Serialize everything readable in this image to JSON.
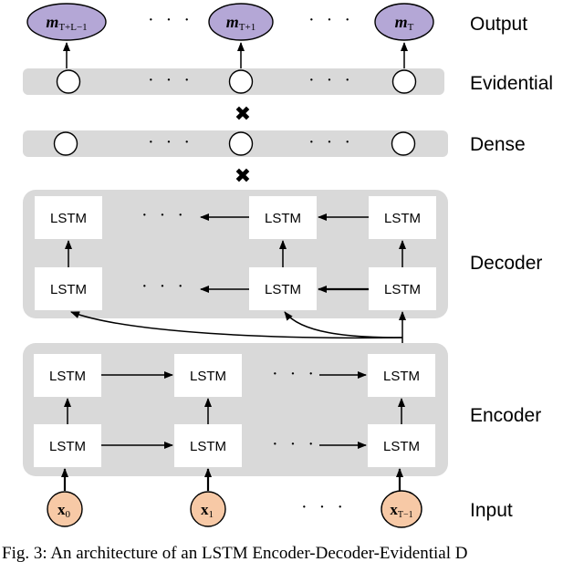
{
  "labels": {
    "output": "Output",
    "evidential": "Evidential",
    "dense": "Dense",
    "decoder": "Decoder",
    "encoder": "Encoder",
    "input": "Input"
  },
  "cell_label": "LSTM",
  "ellipsis": "· · ·",
  "multiply": "✖",
  "outputs": [
    {
      "base": "m",
      "sub": "T+L−1"
    },
    {
      "base": "m",
      "sub": "T+1"
    },
    {
      "base": "m",
      "sub": "T"
    }
  ],
  "inputs": [
    {
      "base": "x",
      "sub": "0"
    },
    {
      "base": "x",
      "sub": "1"
    },
    {
      "base": "x",
      "sub": "T−1"
    }
  ],
  "colors": {
    "band": "#d9d9d9",
    "output_fill": "#b4a7d6",
    "input_fill": "#f7c9a6"
  },
  "caption": "Fig. 3: An architecture of an LSTM Encoder-Decoder-Evidential D"
}
